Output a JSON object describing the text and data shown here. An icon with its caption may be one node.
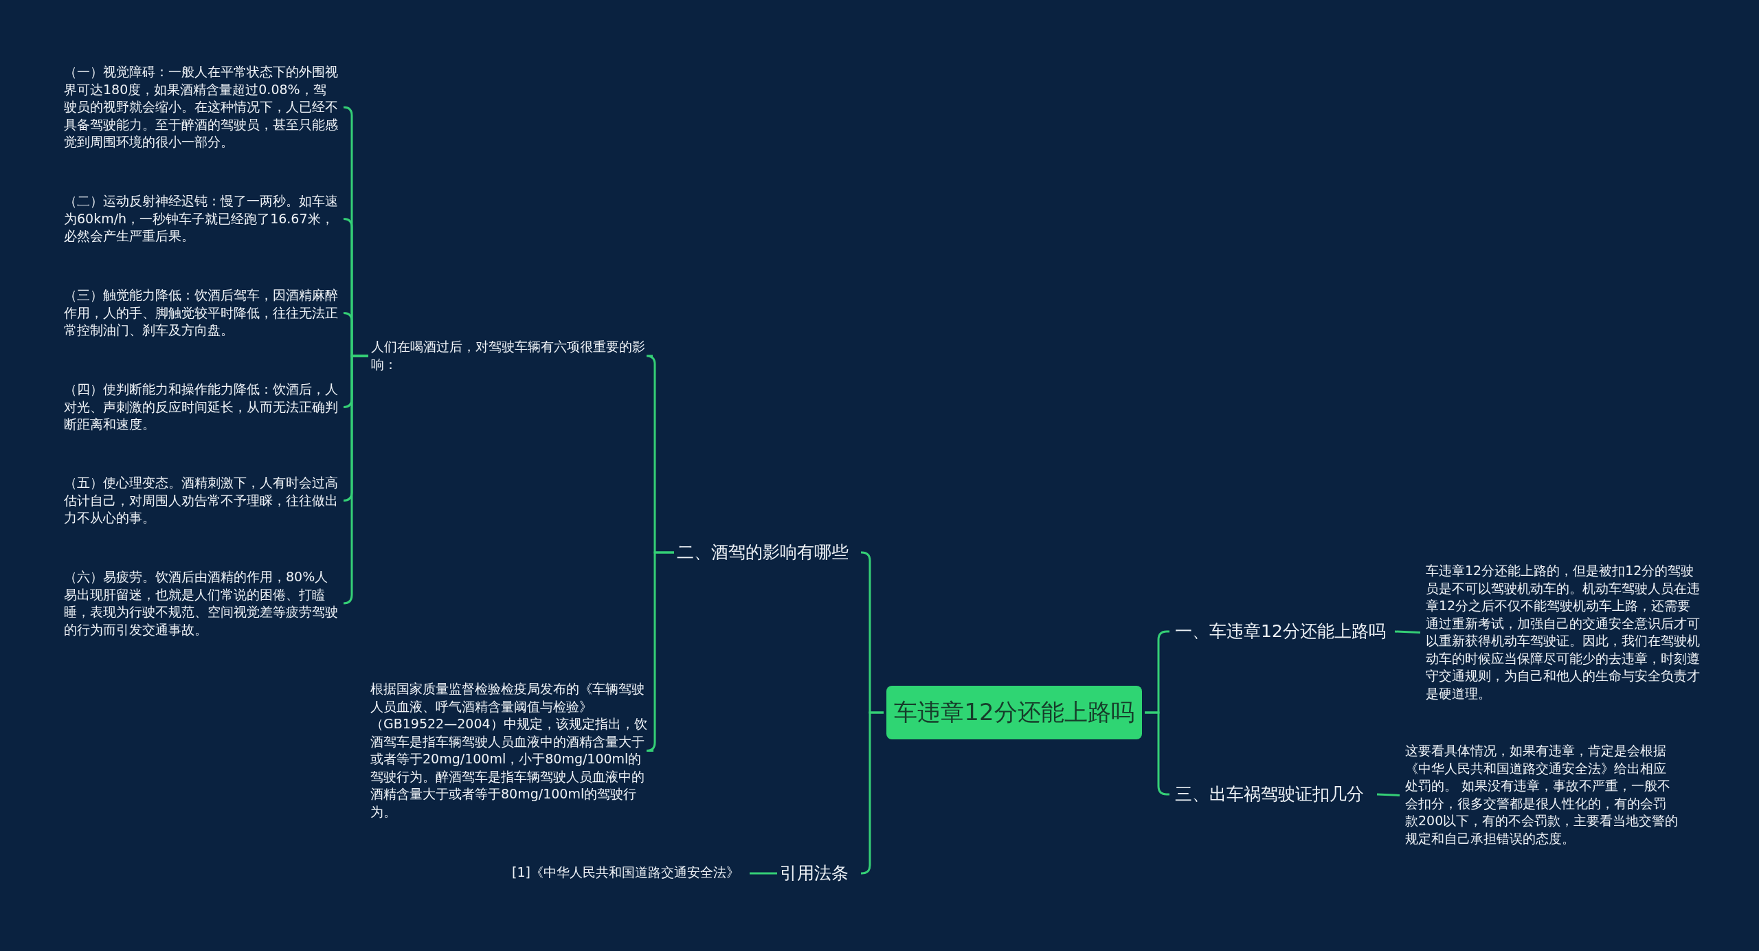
{
  "diagram": {
    "nodes": [
      {
        "text": [
          "车违章12分还能上路吗"
        ]
      },
      {
        "text": [
          "二、酒驾的影响有哪些"
        ]
      },
      {
        "text": [
          "人们在喝酒过后，对驾驶车辆有六项很重要的影响："
        ]
      },
      {
        "text": [
          "（一）视觉障碍：一般人在平常状态下的外围视界可达180度，如果酒精含量超过0.08%，驾驶员的视野就会缩小。在这种情况下，人已经不具备驾驶能力。至于醉酒的驾驶员，甚至只能感觉到周围环境的很小一部分。"
        ]
      },
      {
        "text": [
          "（二）运动反射神经迟钝：慢了一两秒。如车速为60km/h，一秒钟车子就已经跑了16.67米，必然会产生严重后果。"
        ]
      },
      {
        "text": [
          "（三）触觉能力降低：饮酒后驾车，因酒精麻醉作用，人的手、脚触觉较平时降低，往往无法正常控制油门、刹车及方向盘。"
        ]
      },
      {
        "text": [
          "（四）使判断能力和操作能力降低：饮酒后，人对光、声刺激的反应时间延长，从而无法正确判断距离和速度。"
        ]
      },
      {
        "text": [
          "（五）使心理变态。酒精刺激下，人有时会过高估计自己，对周围人劝告常不予理睬，往往做出力不从心的事。"
        ]
      },
      {
        "text": [
          "（六）易疲劳。饮酒后由酒精的作用，80%人易出现肝留迷，也就是人们常说的困倦、打瞌睡，表现为行驶不规范、空间视觉差等疲劳驾驶的行为而引发交通事故。"
        ]
      },
      {
        "text": [
          "根据国家质量监督检验检疫局发布的《车辆驾驶人员血液、呼气酒精含量阈值与检验》（GB19522—2004）中规定，该规定指出，饮酒驾车是指车辆驾驶人员血液中的酒精含量大于或者等于20mg/100ml，小于80mg/100ml的驾驶行为。醉酒驾车是指车辆驾驶人员血液中的酒精含量大于或者等于80mg/100ml的驾驶行为。"
        ]
      },
      {
        "text": [
          "引用法条"
        ]
      },
      {
        "text": [
          "[1]《中华人民共和国道路交通安全法》"
        ]
      },
      {
        "text": [
          "一、车违章12分还能上路吗"
        ]
      },
      {
        "text": [
          "车违章12分还能上路的，但是被扣12分的驾驶员是不可以驾驶机动车的。机动车驾驶人员在违章12分之后不仅不能驾驶机动车上路，还需要通过重新考试，加强自己的交通安全意识后才可以重新获得机动车驾驶证。因此，我们在驾驶机动车的时候应当保障尽可能少的去违章，时刻遵守交通规则，为自己和他人的生命与安全负责才是硬道理。"
        ]
      },
      {
        "text": [
          "三、出车祸驾驶证扣几分"
        ]
      },
      {
        "text": [
          "这要看具体情况，如果有违章，肯定是会根据《中华人民共和国道路交通安全法》给出相应处罚的。 如果没有违章，事故不严重，一般不会扣分，很多交警都是很人性化的，有的会罚款200以下，有的不会罚款，主要看当地交警的规定和自己承担错误的态度。"
        ]
      }
    ],
    "edges": [
      {
        "from": 0,
        "to": 1,
        "arrow": "none"
      },
      {
        "from": 0,
        "to": 10,
        "arrow": "none"
      },
      {
        "from": 0,
        "to": 12,
        "arrow": "none"
      },
      {
        "from": 0,
        "to": 14,
        "arrow": "none"
      },
      {
        "from": 1,
        "to": 2,
        "arrow": "none"
      },
      {
        "from": 1,
        "to": 9,
        "arrow": "none"
      },
      {
        "from": 2,
        "to": 3,
        "arrow": "none"
      },
      {
        "from": 2,
        "to": 4,
        "arrow": "none"
      },
      {
        "from": 2,
        "to": 5,
        "arrow": "none"
      },
      {
        "from": 2,
        "to": 6,
        "arrow": "none"
      },
      {
        "from": 2,
        "to": 7,
        "arrow": "none"
      },
      {
        "from": 2,
        "to": 8,
        "arrow": "none"
      },
      {
        "from": 10,
        "to": 11,
        "arrow": "none"
      },
      {
        "from": 12,
        "to": 13,
        "arrow": "none"
      },
      {
        "from": 14,
        "to": 15,
        "arrow": "none"
      }
    ]
  }
}
